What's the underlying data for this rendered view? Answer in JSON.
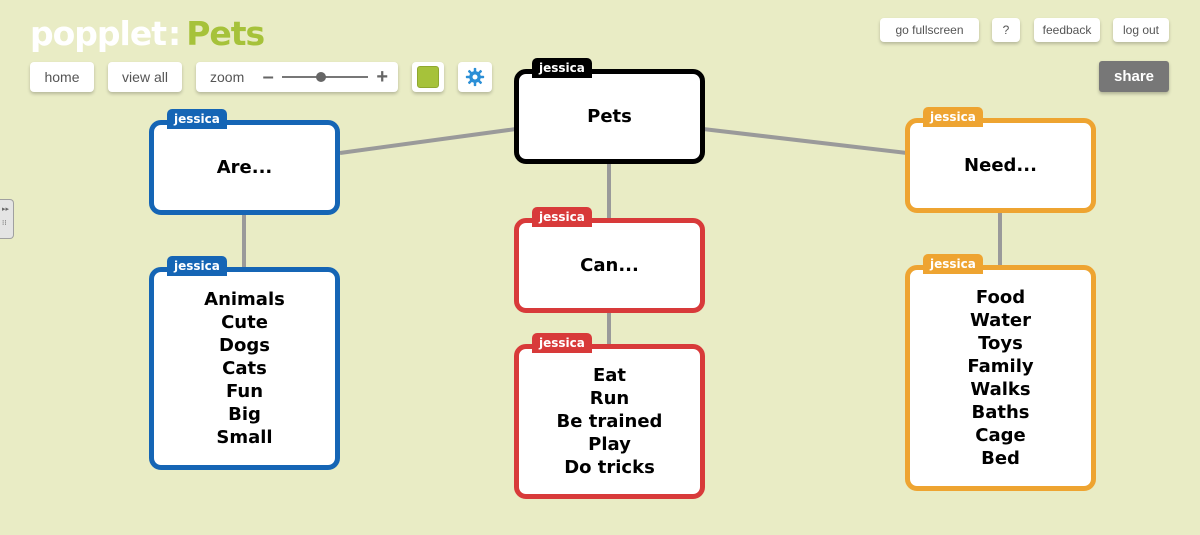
{
  "app": {
    "brand": "popplet",
    "separator": ":",
    "board_title": "Pets",
    "brand_color": "#ffffff",
    "accent_color": "#a6c23a",
    "canvas_color": "#e9ecc5"
  },
  "toolbar": {
    "home_label": "home",
    "view_all_label": "view all",
    "zoom_label": "zoom",
    "zoom_minus": "–",
    "zoom_plus": "+",
    "zoom_level": 0.45,
    "color_swatch": "#a6c23a",
    "settings_icon": "gear-icon"
  },
  "top_right": {
    "fullscreen_label": "go fullscreen",
    "help_label": "?",
    "feedback_label": "feedback",
    "logout_label": "log out",
    "share_label": "share"
  },
  "colors": {
    "black": "#000000",
    "blue": "#1565b5",
    "red": "#d83a3a",
    "orange": "#eea431",
    "connector": "#9a9a9a"
  },
  "nodes": {
    "pets": {
      "author": "jessica",
      "lines": [
        "Pets"
      ]
    },
    "are": {
      "author": "jessica",
      "lines": [
        "Are..."
      ]
    },
    "are_list": {
      "author": "jessica",
      "lines": [
        "Animals",
        "Cute",
        "Dogs",
        "Cats",
        "Fun",
        "Big",
        "Small"
      ]
    },
    "can": {
      "author": "jessica",
      "lines": [
        "Can..."
      ]
    },
    "can_list": {
      "author": "jessica",
      "lines": [
        "Eat",
        "Run",
        "Be trained",
        "Play",
        "Do tricks"
      ]
    },
    "need": {
      "author": "jessica",
      "lines": [
        "Need..."
      ]
    },
    "need_list": {
      "author": "jessica",
      "lines": [
        "Food",
        "Water",
        "Toys",
        "Family",
        "Walks",
        "Baths",
        "Cage",
        "Bed"
      ]
    }
  }
}
